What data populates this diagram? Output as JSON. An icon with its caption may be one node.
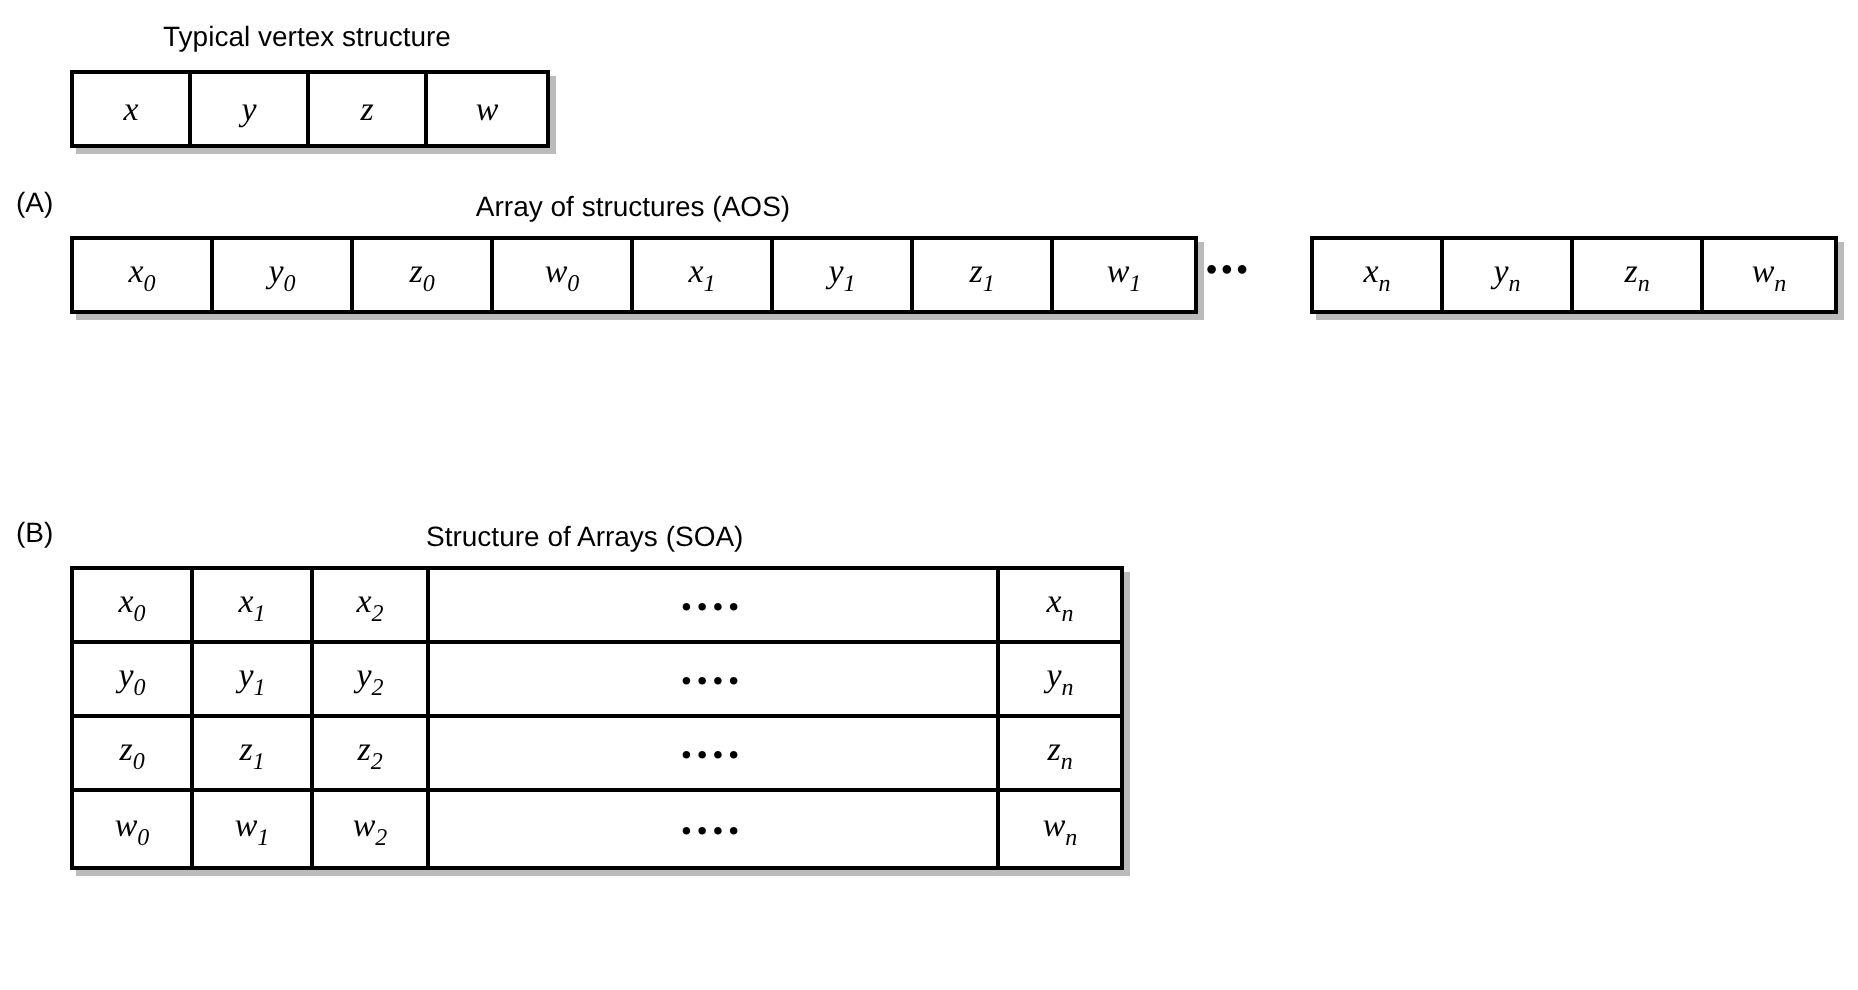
{
  "diagram": {
    "labels": [
      "Typical vertex structure",
      "x",
      "y",
      "z",
      "w",
      "(A)",
      "Array of structures (AOS)",
      "x$_{0}$",
      "y$_{0}$",
      "z$_{0}$",
      "w$_{0}$",
      "x$_{1}$",
      "y$_{1}$",
      "z$_{1}$",
      "w$_{1}$",
      "•••",
      "x$_{n}$",
      "y$_{n}$",
      "z$_{n}$",
      "w$_{n}$",
      "(B)",
      "Structure of Arrays (SOA)",
      "x$_{0}$",
      "x$_{1}$",
      "x$_{2}$",
      "••••",
      "x$_{n}$",
      "y$_{0}$",
      "y$_{1}$",
      "y$_{2}$",
      "••••",
      "y$_{n}$",
      "z$_{0}$",
      "z$_{1}$",
      "z$_{2}$",
      "••••",
      "z$_{n}$",
      "w$_{0}$",
      "w$_{1}$",
      "w$_{2}$",
      "••••",
      "w$_{n}$"
    ]
  }
}
